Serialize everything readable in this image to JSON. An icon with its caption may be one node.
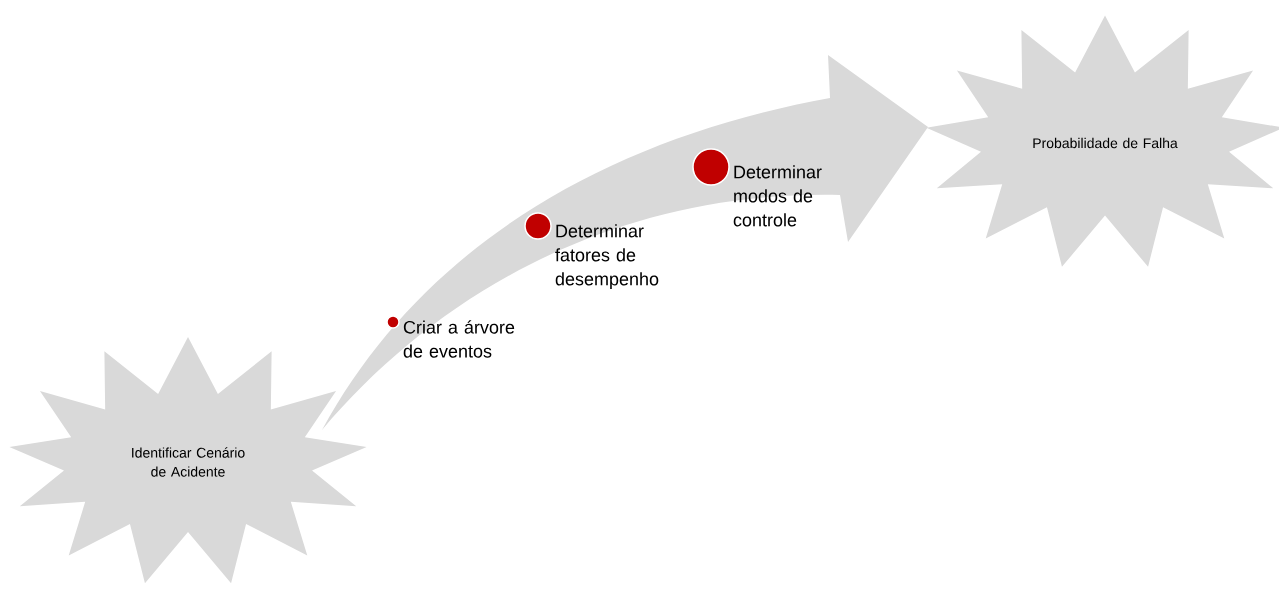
{
  "diagram": {
    "nodes": [
      {
        "text": [
          "Identificar Cenário de Acidente"
        ]
      },
      {
        "text": [],
        "shape": "circle",
        "beside": [
          "Criar a árvore de eventos"
        ]
      },
      {
        "text": [],
        "shape": "circle",
        "beside": [
          "Determinar fatores de desempenho"
        ]
      },
      {
        "text": [],
        "shape": "circle",
        "beside": [
          "Determinar modos de controle"
        ]
      },
      {
        "text": [
          "Probabilidade de Falha"
        ]
      }
    ],
    "edges": [
      {
        "from": 0,
        "to": 4,
        "arrow": "to",
        "style": "thick"
      }
    ]
  }
}
